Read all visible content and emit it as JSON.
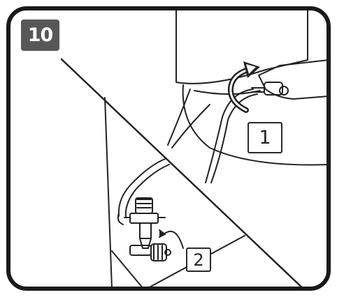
{
  "step": {
    "number": "10"
  },
  "callouts": [
    {
      "label": "1",
      "target": "toilet-hose-connection"
    },
    {
      "label": "2",
      "target": "shut-off-valve-knob"
    }
  ],
  "icons": {
    "rotate_1": "curved-arrow-icon",
    "rotate_2": "curved-arrow-icon"
  },
  "colors": {
    "frame": "#1a1a1a",
    "badge": "#575757",
    "line": "#222222",
    "background": "#ffffff"
  }
}
